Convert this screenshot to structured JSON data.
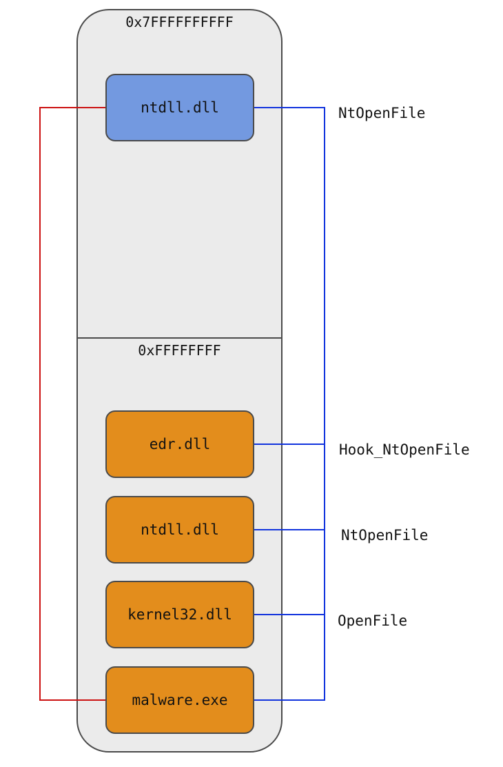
{
  "address_space": {
    "kernel_top_address": "0x7FFFFFFFFFF",
    "user_top_address": "0xFFFFFFFF"
  },
  "modules": {
    "kernel_ntdll": "ntdll.dll",
    "edr": "edr.dll",
    "user_ntdll": "ntdll.dll",
    "kernel32": "kernel32.dll",
    "malware": "malware.exe"
  },
  "function_labels": {
    "kernel_ntopenfile": "NtOpenFile",
    "hook_ntopenfile": "Hook_NtOpenFile",
    "user_ntopenfile": "NtOpenFile",
    "openfile": "OpenFile"
  },
  "colors": {
    "container_fill": "#ebebeb",
    "container_stroke": "#4a4a4a",
    "kernel_module_fill": "#7399e0",
    "user_module_fill": "#e38d1c",
    "direct_syscall_line": "#cc1111",
    "hooked_call_line": "#1133dd"
  }
}
